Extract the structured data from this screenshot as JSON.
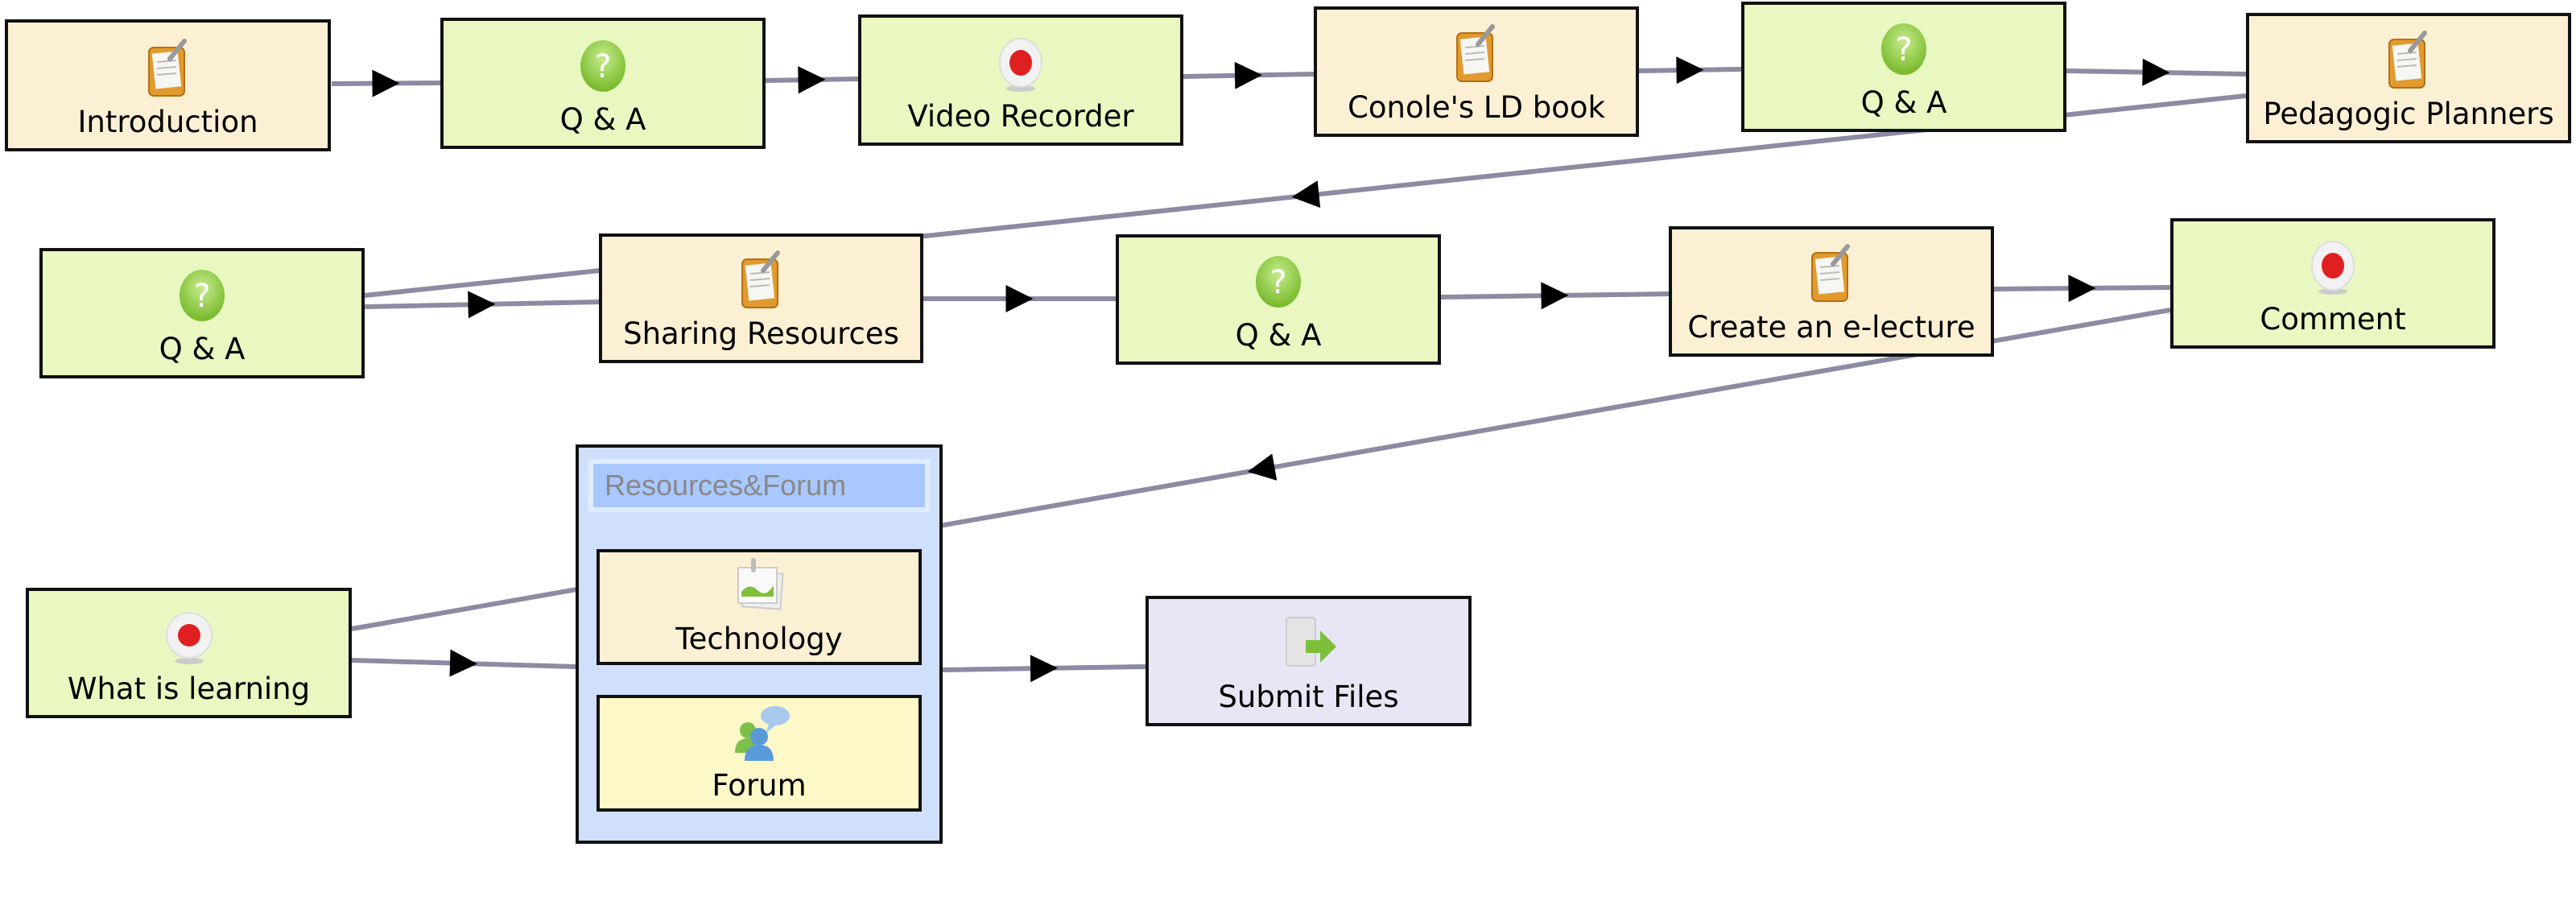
{
  "diagram": {
    "nodes": [
      {
        "id": "introduction",
        "label": "Introduction",
        "type": "doc"
      },
      {
        "id": "qa-1",
        "label": "Q & A",
        "type": "qa"
      },
      {
        "id": "video-recorder",
        "label": "Video Recorder",
        "type": "vid"
      },
      {
        "id": "conoles-ld-book",
        "label": "Conole's LD book",
        "type": "doc"
      },
      {
        "id": "qa-2",
        "label": "Q & A",
        "type": "qa"
      },
      {
        "id": "pedagogic-planners",
        "label": "Pedagogic Planners",
        "type": "doc"
      },
      {
        "id": "qa-3",
        "label": "Q & A",
        "type": "qa"
      },
      {
        "id": "sharing-resources",
        "label": "Sharing Resources",
        "type": "doc"
      },
      {
        "id": "qa-4",
        "label": "Q & A",
        "type": "qa"
      },
      {
        "id": "create-an-e-lecture",
        "label": "Create an e-lecture",
        "type": "doc"
      },
      {
        "id": "comment",
        "label": "Comment",
        "type": "vid"
      },
      {
        "id": "what-is-learning",
        "label": "What is learning",
        "type": "vid"
      },
      {
        "id": "technology",
        "label": "Technology",
        "type": "image"
      },
      {
        "id": "forum",
        "label": "Forum",
        "type": "forum"
      },
      {
        "id": "submit-files",
        "label": "Submit Files",
        "type": "submit"
      }
    ],
    "group": {
      "id": "resources-forum",
      "title": "Resources&Forum",
      "children": [
        "technology",
        "forum"
      ]
    },
    "edges": [
      {
        "from": "introduction",
        "to": "qa-1"
      },
      {
        "from": "qa-1",
        "to": "video-recorder"
      },
      {
        "from": "video-recorder",
        "to": "conoles-ld-book"
      },
      {
        "from": "conoles-ld-book",
        "to": "qa-2"
      },
      {
        "from": "qa-2",
        "to": "pedagogic-planners"
      },
      {
        "from": "pedagogic-planners",
        "to": "qa-3"
      },
      {
        "from": "qa-3",
        "to": "sharing-resources"
      },
      {
        "from": "sharing-resources",
        "to": "qa-4"
      },
      {
        "from": "qa-4",
        "to": "create-an-e-lecture"
      },
      {
        "from": "create-an-e-lecture",
        "to": "comment"
      },
      {
        "from": "comment",
        "to": "what-is-learning"
      },
      {
        "from": "what-is-learning",
        "to": "resources-forum"
      },
      {
        "from": "resources-forum",
        "to": "submit-files"
      }
    ],
    "colors": {
      "edge": "#8a8ca3",
      "arrow": "#000000",
      "doc_fill": "#fcf0d4",
      "qa_fill": "#e8f8c0",
      "forum_fill": "#fcf8c8",
      "submit_fill": "#e8e6f4",
      "group_fill": "#d0dffc",
      "group_header": "#a9c8ff"
    }
  }
}
